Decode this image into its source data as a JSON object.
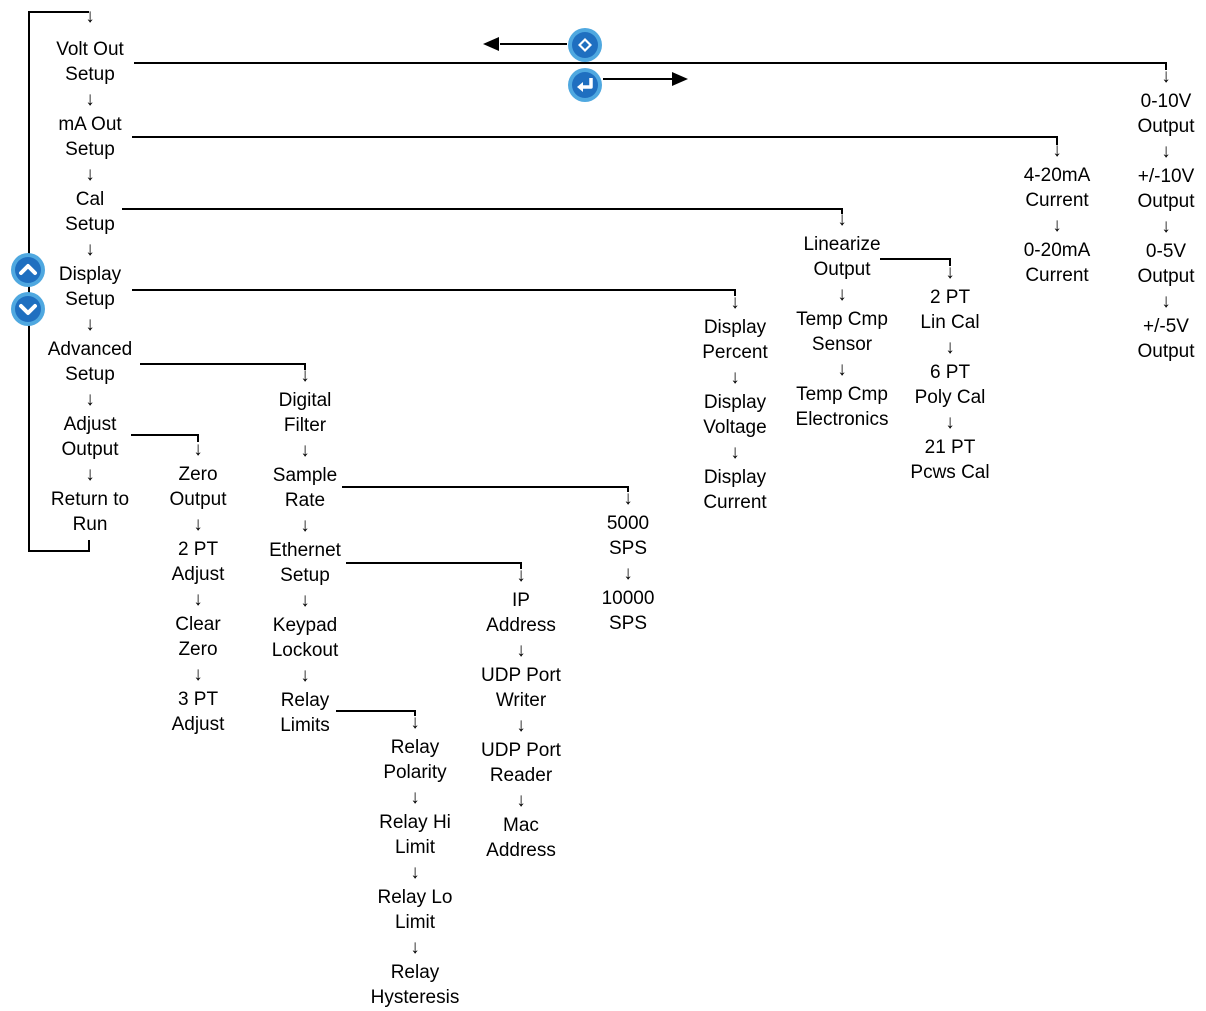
{
  "menu": {
    "main": [
      "Volt Out\nSetup",
      "mA Out\nSetup",
      "Cal\nSetup",
      "Display\nSetup",
      "Advanced\nSetup",
      "Adjust\nOutput",
      "Return to\nRun"
    ],
    "volt_out": [
      "0-10V\nOutput",
      "+/-10V\nOutput",
      "0-5V\nOutput",
      "+/-5V\nOutput"
    ],
    "ma_out": [
      "4-20mA\nCurrent",
      "0-20mA\nCurrent"
    ],
    "cal": [
      "Linearize\nOutput",
      "Temp Cmp\nSensor",
      "Temp Cmp\nElectronics"
    ],
    "linearize": [
      "2 PT\nLin Cal",
      "6 PT\nPoly Cal",
      "21 PT\nPcws Cal"
    ],
    "display": [
      "Display\nPercent",
      "Display\nVoltage",
      "Display\nCurrent"
    ],
    "advanced": [
      "Digital\nFilter",
      "Sample\nRate",
      "Ethernet\nSetup",
      "Keypad\nLockout",
      "Relay\nLimits"
    ],
    "sample_rate": [
      "5000\nSPS",
      "10000\nSPS"
    ],
    "ethernet": [
      "IP\nAddress",
      "UDP Port\nWriter",
      "UDP Port\nReader",
      "Mac\nAddress"
    ],
    "relay": [
      "Relay\nPolarity",
      "Relay Hi\nLimit",
      "Relay Lo\nLimit",
      "Relay\nHysteresis"
    ],
    "adjust": [
      "Zero\nOutput",
      "2 PT\nAdjust",
      "Clear\nZero",
      "3 PT\nAdjust"
    ]
  },
  "glyphs": {
    "down_arrow": "↓"
  },
  "icons": {
    "up": "up-arrow-button-icon",
    "down": "down-arrow-button-icon",
    "menu": "menu-button-icon",
    "enter": "enter-button-icon"
  },
  "colors": {
    "button_ring": "#4fa8e0",
    "button_core": "#1f6fc0",
    "button_glyph": "#ffffff",
    "line": "#000000"
  }
}
